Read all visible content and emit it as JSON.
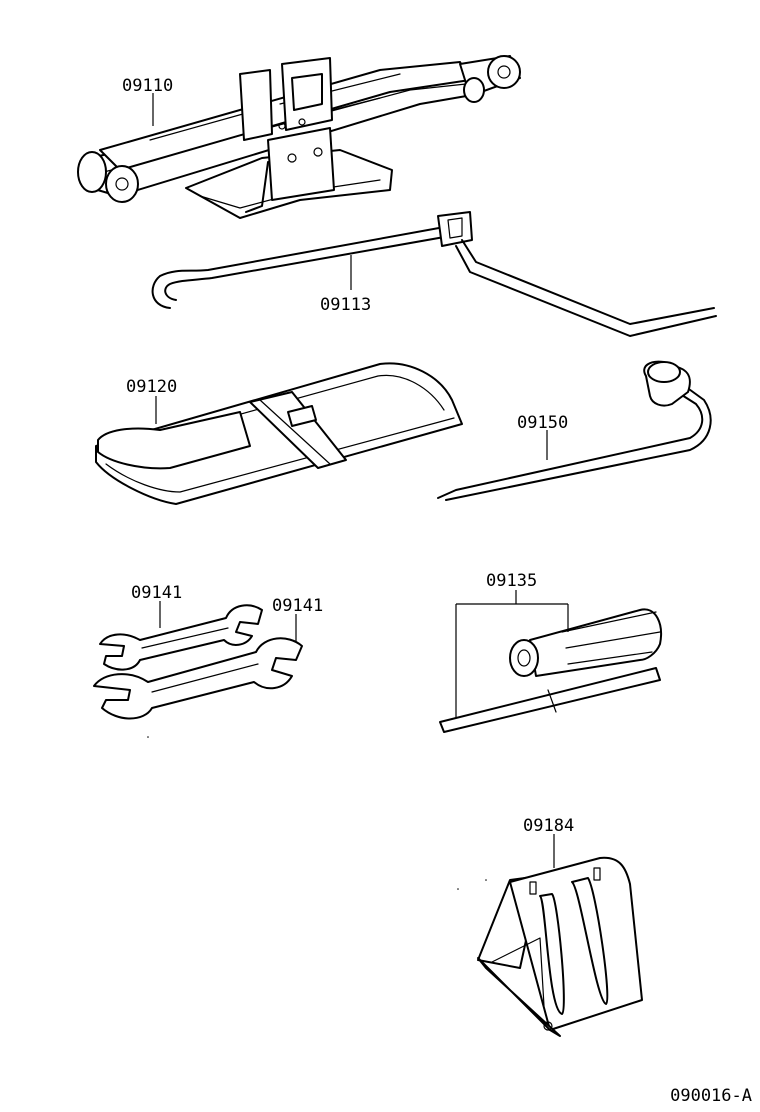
{
  "parts": [
    {
      "id": "jack",
      "label": "09110"
    },
    {
      "id": "jack-handle",
      "label": "09113"
    },
    {
      "id": "tool-bag",
      "label": "09120"
    },
    {
      "id": "wheel-nut-wrench",
      "label": "09150"
    },
    {
      "id": "wrench-small",
      "label": "09141"
    },
    {
      "id": "wrench-large",
      "label": "09141"
    },
    {
      "id": "screwdriver",
      "label": "09135"
    },
    {
      "id": "wheel-chock",
      "label": "09184"
    }
  ],
  "figure": {
    "ref_code": "090016-A"
  }
}
